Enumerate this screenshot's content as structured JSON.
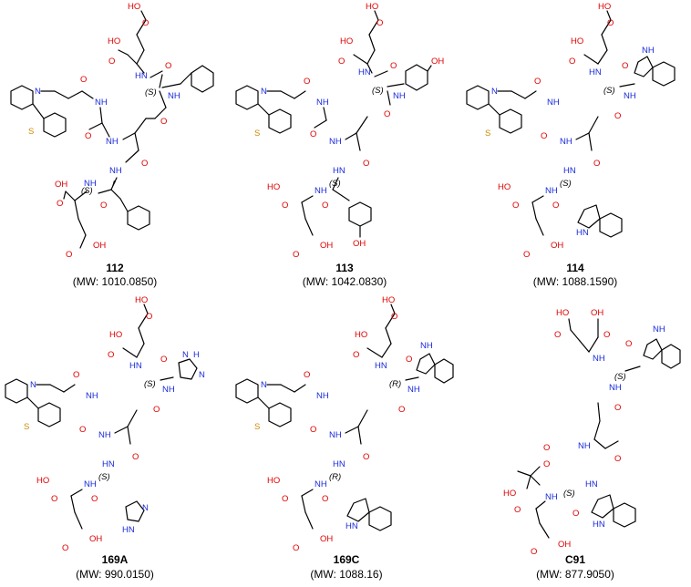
{
  "panels": [
    {
      "id": "112",
      "mw": "(MW: 1010.0850)",
      "side_group": "benzyl",
      "config": "S"
    },
    {
      "id": "113",
      "mw": "(MW: 1042.0830)",
      "side_group": "4-hydroxybenzyl",
      "config": "S"
    },
    {
      "id": "114",
      "mw": "(MW: 1088.1590)",
      "side_group": "indolylmethyl",
      "config": "S"
    },
    {
      "id": "169A",
      "mw": "(MW: 990.0150)",
      "side_group": "imidazolylmethyl",
      "config": "S"
    },
    {
      "id": "169C",
      "mw": "(MW: 1088.16)",
      "side_group": "indolylmethyl",
      "config": "R"
    },
    {
      "id": "C91",
      "mw": "(MW: 877.9050)",
      "side_group": "indolylmethyl",
      "config": "S"
    }
  ],
  "labels": {
    "oh": "OH",
    "ho": "HO",
    "o": "O",
    "nh": "NH",
    "hn": "HN",
    "h": "H",
    "n": "N",
    "s": "S",
    "cooh_ho": "HO",
    "s_conf": "(S)",
    "r_conf": "(R)"
  },
  "colors": {
    "oxygen": "#e00000",
    "nitrogen": "#1a2bdc",
    "sulfur": "#d08a00"
  }
}
